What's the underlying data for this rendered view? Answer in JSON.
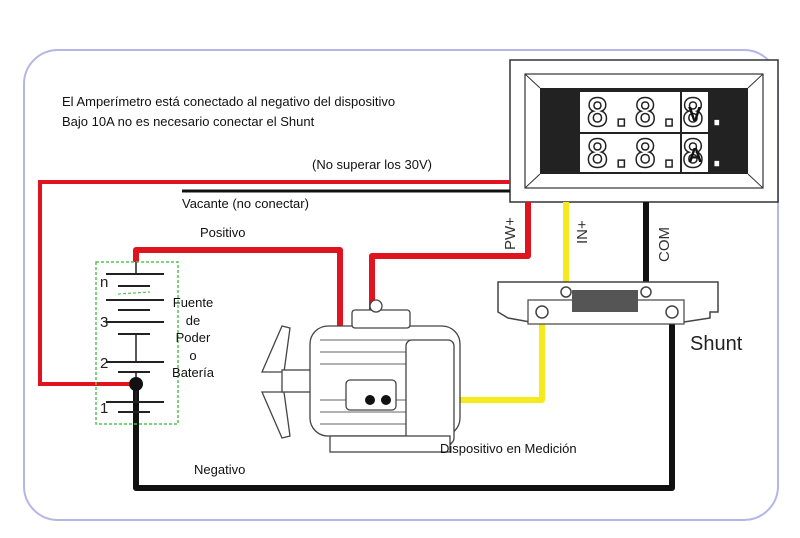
{
  "notes": {
    "line1": "El Amperímetro está conectado al negativo del dispositivo",
    "line2": "Bajo 10A no es necesario conectar el Shunt",
    "voltage_limit": "(No superar los 30V)"
  },
  "wires": {
    "vacant": "Vacante (no conectar)",
    "positive": "Positivo",
    "negative": "Negativo"
  },
  "meter": {
    "row1_digits": "8.8.8.",
    "row2_digits": "8.8.8.",
    "unit_top": "V",
    "unit_bottom": "A",
    "terminal_pw": "PW+",
    "terminal_in": "IN+",
    "terminal_com": "COM"
  },
  "battery": {
    "label_lines": [
      "Fuente",
      "de",
      "Poder",
      "o",
      "Batería"
    ],
    "cells": [
      "n",
      "3",
      "2",
      "1"
    ]
  },
  "shunt": {
    "label": "Shunt"
  },
  "device": {
    "label": "Dispositivo en Medición"
  },
  "colors": {
    "red_wire": "#e0141e",
    "black_wire": "#111111",
    "yellow_wire": "#f5ea1c",
    "frame": "#b6b6e6",
    "battery_outline": "#55c455"
  }
}
